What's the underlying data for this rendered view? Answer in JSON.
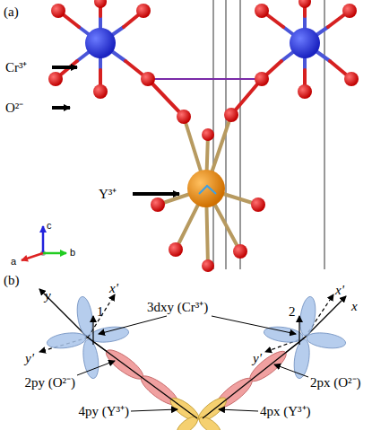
{
  "diagram": {
    "labels": [
      "(a)",
      "Cr³⁺",
      "O²⁻",
      "Y³⁺",
      "c",
      "a",
      "b",
      "(b)",
      "x'",
      "y",
      "y'",
      "1",
      "3dxy (Cr³⁺)",
      "x'",
      "x",
      "2",
      "y'",
      "2py (O²⁻)",
      "2px (O²⁻)",
      "4py (Y³⁺)",
      "4px (Y³⁺)"
    ]
  }
}
